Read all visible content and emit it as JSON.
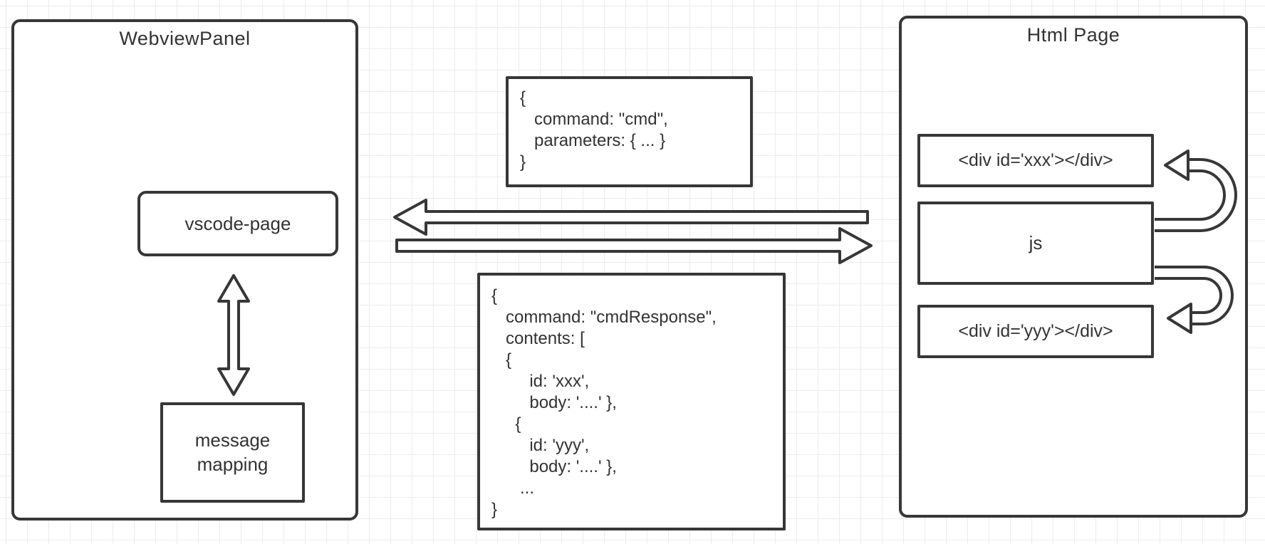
{
  "palette": {
    "stroke": "#373737",
    "grid": "#ececec",
    "background": "#ffffff",
    "text": "#333333"
  },
  "webview_panel": {
    "title": "WebviewPanel",
    "vscode_page": "vscode-page",
    "message_mapping": "message\nmapping"
  },
  "html_panel": {
    "title": "Html Page",
    "div_xxx": "<div id='xxx'></div>",
    "js": "js",
    "div_yyy": "<div id='yyy'></div>"
  },
  "messages": {
    "command": "{\n   command: \"cmd\",\n   parameters: { ... }\n}",
    "response": "{\n   command: \"cmdResponse\",\n   contents: [\n   {\n        id: 'xxx',\n        body: '....' },\n     {\n        id: 'yyy',\n        body: '....' },\n      ...\n}"
  },
  "connections": [
    {
      "from": "html-page",
      "to": "webview-panel",
      "kind": "straight-arrow-left",
      "message": "cmdResponse"
    },
    {
      "from": "webview-panel",
      "to": "html-page",
      "kind": "straight-arrow-right",
      "message": "cmd"
    },
    {
      "from": "vscode-page",
      "to": "message-mapping",
      "kind": "double-headed-vertical"
    },
    {
      "from": "js",
      "to": "div-xxx",
      "kind": "u-turn-up"
    },
    {
      "from": "js",
      "to": "div-yyy",
      "kind": "u-turn-down"
    }
  ]
}
